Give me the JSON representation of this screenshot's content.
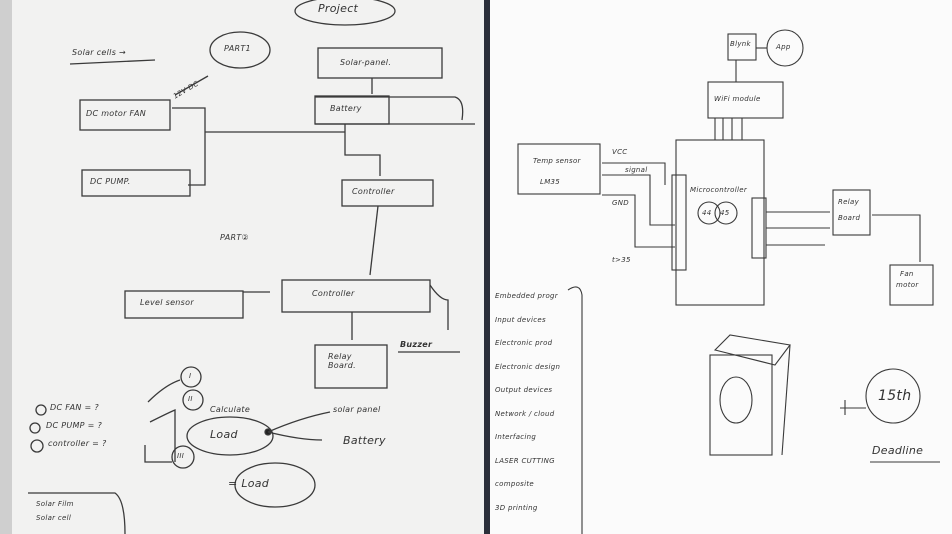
{
  "left_sheet": {
    "title": "Project",
    "solar_cells": "Solar cells →",
    "part1": "PART1",
    "part2": "PART②",
    "voltage": "12V DC",
    "blocks": {
      "solar_panel": "Solar-panel.",
      "battery": "Battery",
      "dc_fan": "DC motor FAN",
      "dc_pump": "DC PUMP.",
      "controller1": "Controller",
      "level_sensor": "Level sensor",
      "controller2": "Controller",
      "buzzer": "Buzzer",
      "relay_board": "Relay Board."
    },
    "calc": {
      "items": [
        "DC FAN = ?",
        "DC PUMP = ?",
        "controller = ?"
      ],
      "numerals": [
        "I",
        "II",
        "III"
      ],
      "calculate": "Calculate",
      "load": "Load",
      "solar_panel": "solar panel",
      "battery": "Battery",
      "equals_load": "= Load"
    },
    "note": [
      "Solar Film",
      "Solar cell"
    ]
  },
  "right_sheet": {
    "blynk": "Blynk",
    "app": "App",
    "wifi_module": "WiFi module",
    "microcontroller": "Microcontroller",
    "pins": [
      "44",
      "45"
    ],
    "temp_sensor": "Temp sensor",
    "lm35": "LM35",
    "vcc": "VCC",
    "signal": "signal",
    "gnd": "GND",
    "condition": "t>35",
    "relay_board": [
      "Relay",
      "Board"
    ],
    "fan_motor": [
      "Fan",
      "motor"
    ],
    "topics": [
      "Embedded progr",
      "Input devices",
      "Electronic prod",
      "Electronic design",
      "Output devices",
      "Network / cloud",
      "Interfacing",
      "LASER CUTTING",
      "composite",
      "3D printing"
    ],
    "deadline_date": "15th",
    "deadline": "Deadline"
  },
  "colors": {
    "ink": "#333333",
    "left_paper": "#f2f2f1",
    "right_paper": "#fbfbfb",
    "divider": "#2b2f3a"
  }
}
